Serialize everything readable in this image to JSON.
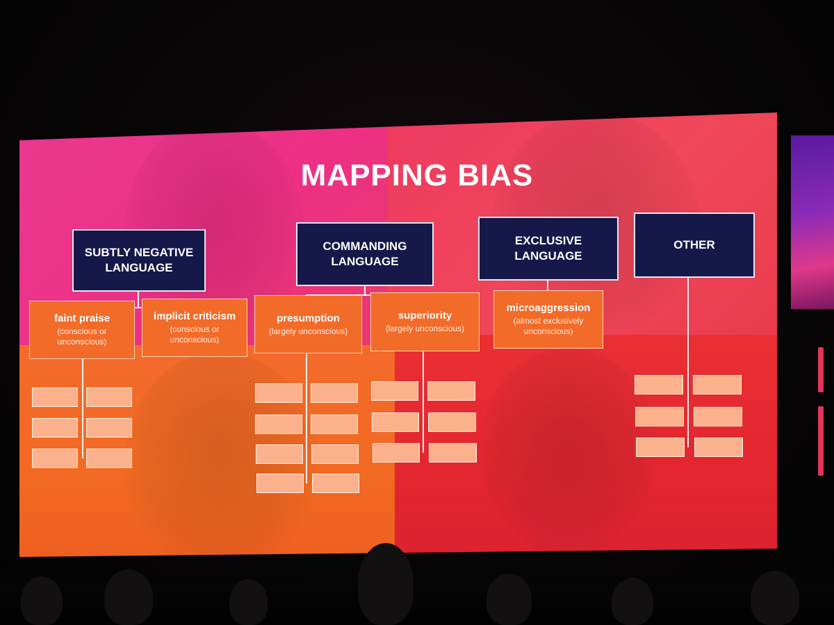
{
  "title": "MAPPING BIAS",
  "categories": [
    {
      "label_line1": "SUBTLY NEGATIVE",
      "label_line2": "LANGUAGE"
    },
    {
      "label_line1": "COMMANDING",
      "label_line2": "LANGUAGE"
    },
    {
      "label_line1": "EXCLUSIVE",
      "label_line2": "LANGUAGE"
    },
    {
      "label_line1": "OTHER",
      "label_line2": ""
    }
  ],
  "subcategories": [
    {
      "label": "faint praise",
      "note_line1": "(conscious or",
      "note_line2": "unconscious)"
    },
    {
      "label": "implicit criticism",
      "note_line1": "(conscious or",
      "note_line2": "unconscious)"
    },
    {
      "label": "presumption",
      "note_line1": "(largely unconscious)",
      "note_line2": ""
    },
    {
      "label": "superiority",
      "note_line1": "(largely unconscious)",
      "note_line2": ""
    },
    {
      "label": "microaggression",
      "note_line1": "(almost exclusively",
      "note_line2": "unconscious)"
    }
  ],
  "colors": {
    "category_box": "#151848",
    "subcategory_box": "#f26b28",
    "empty_slot": "#fbb28c",
    "connector": "#f4f1ee"
  }
}
